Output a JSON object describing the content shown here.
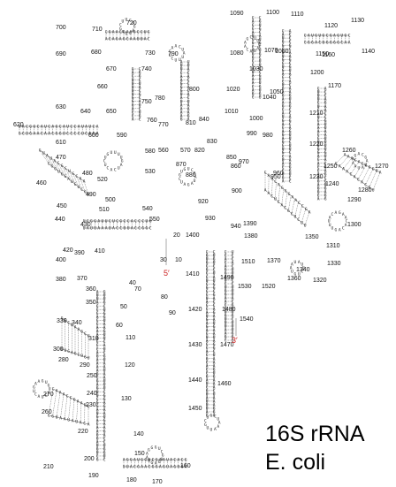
{
  "title": {
    "line1": "16S rRNA",
    "line2": "E. coli"
  },
  "ends": {
    "five_prime": "5′",
    "three_prime": "3′"
  },
  "colors": {
    "terminus": "#cc2222",
    "text": "#000000"
  },
  "position_labels": [
    "10",
    "20",
    "30",
    "40",
    "50",
    "60",
    "70",
    "80",
    "90",
    "110",
    "120",
    "130",
    "140",
    "150",
    "160",
    "170",
    "180",
    "190",
    "200",
    "210",
    "220",
    "230",
    "240",
    "250",
    "260",
    "270",
    "280",
    "290",
    "300",
    "310",
    "330",
    "340",
    "350",
    "360",
    "370",
    "380",
    "390",
    "400",
    "410",
    "420",
    "430",
    "440",
    "450",
    "460",
    "470",
    "480",
    "490",
    "500",
    "510",
    "520",
    "530",
    "540",
    "550",
    "560",
    "570",
    "580",
    "590",
    "600",
    "610",
    "620",
    "630",
    "640",
    "650",
    "660",
    "670",
    "680",
    "690",
    "700",
    "710",
    "720",
    "730",
    "740",
    "750",
    "760",
    "770",
    "780",
    "790",
    "800",
    "810",
    "820",
    "830",
    "840",
    "850",
    "860",
    "870",
    "880",
    "900",
    "920",
    "930",
    "940",
    "950",
    "960",
    "970",
    "980",
    "990",
    "1000",
    "1010",
    "1020",
    "1030",
    "1040",
    "1050",
    "1060",
    "1070",
    "1080",
    "1090",
    "1100",
    "1110",
    "1120",
    "1130",
    "1140",
    "1150",
    "1160",
    "1170",
    "1200",
    "1210",
    "1220",
    "1230",
    "1240",
    "1250",
    "1260",
    "1270",
    "1280",
    "1290",
    "1300",
    "1310",
    "1320",
    "1330",
    "1340",
    "1350",
    "1360",
    "1370",
    "1380",
    "1390",
    "1400",
    "1410",
    "1420",
    "1430",
    "1440",
    "1450",
    "1460",
    "1470",
    "1480",
    "1490",
    "1510",
    "1520",
    "1530",
    "1540"
  ]
}
